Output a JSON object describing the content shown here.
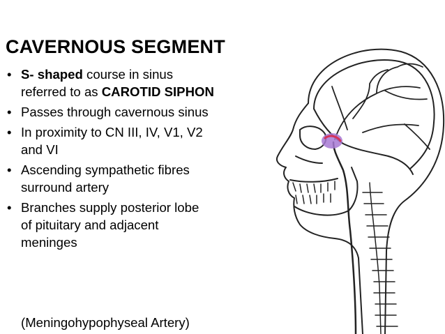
{
  "slide": {
    "title": "CAVERNOUS SEGMENT",
    "bullet_char": "•",
    "bullets": [
      {
        "line1_bold": "S- shaped",
        "line1_rest": " course in sinus",
        "line2_pre": "referred to as ",
        "line2_bold": "CAROTID SIPHON"
      },
      {
        "line1": "Passes through cavernous sinus"
      },
      {
        "line1": "In proximity to CN III, IV, V1, V2",
        "line2": "and VI"
      },
      {
        "line1": "Ascending sympathetic fibres",
        "line2": "surround artery"
      },
      {
        "line1": "Branches supply posterior lobe",
        "line2": "of pituitary and adjacent",
        "line3": "meninges"
      }
    ],
    "note": "(Meningohypophyseal Artery)"
  },
  "illustration": {
    "icon": "head-skull-carotid-artery-illustration",
    "highlight_colors": {
      "sinus_fill": "#a77ad4",
      "artery": "#d6335b"
    }
  }
}
